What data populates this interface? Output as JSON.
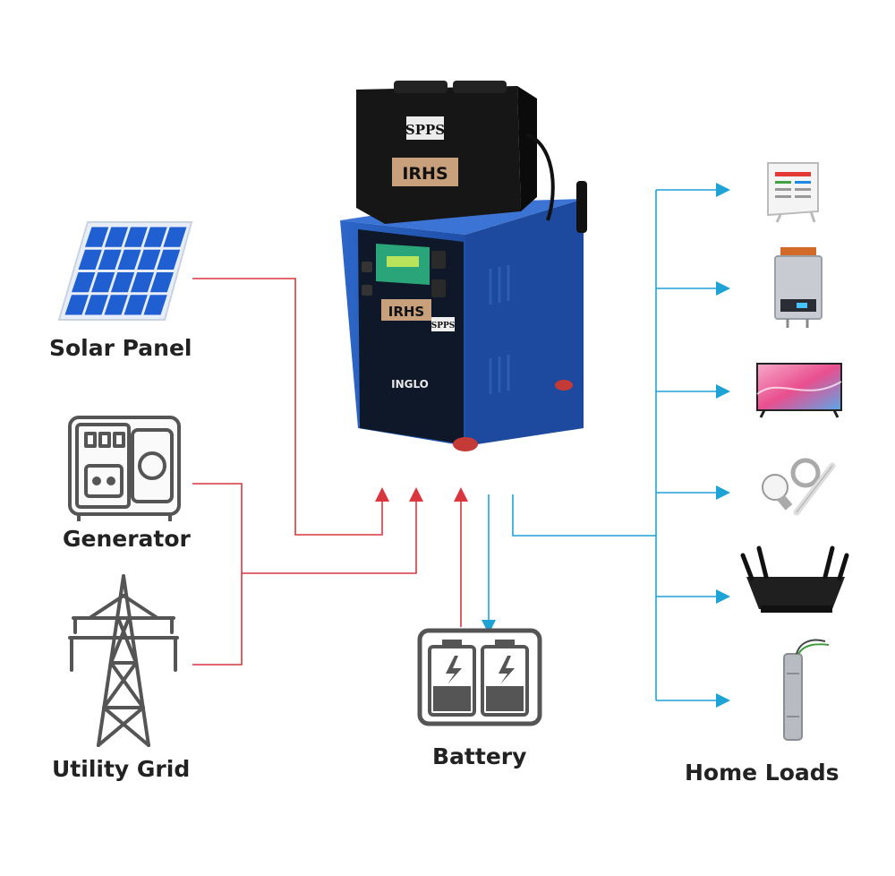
{
  "labels": {
    "solar": "Solar Panel",
    "generator": "Generator",
    "grid": "Utility Grid",
    "battery": "Battery",
    "home": "Home Loads"
  },
  "device": {
    "case_label_1": "SPPS",
    "case_label_2": "IRHS",
    "front_label": "IRHS",
    "front_side_label": "SPPS",
    "brand": "INGLO"
  },
  "colors": {
    "input_line": "#d9363e",
    "output_line": "#1ea3d6",
    "cabinet": "#2a5fbf",
    "case": "#161616"
  }
}
